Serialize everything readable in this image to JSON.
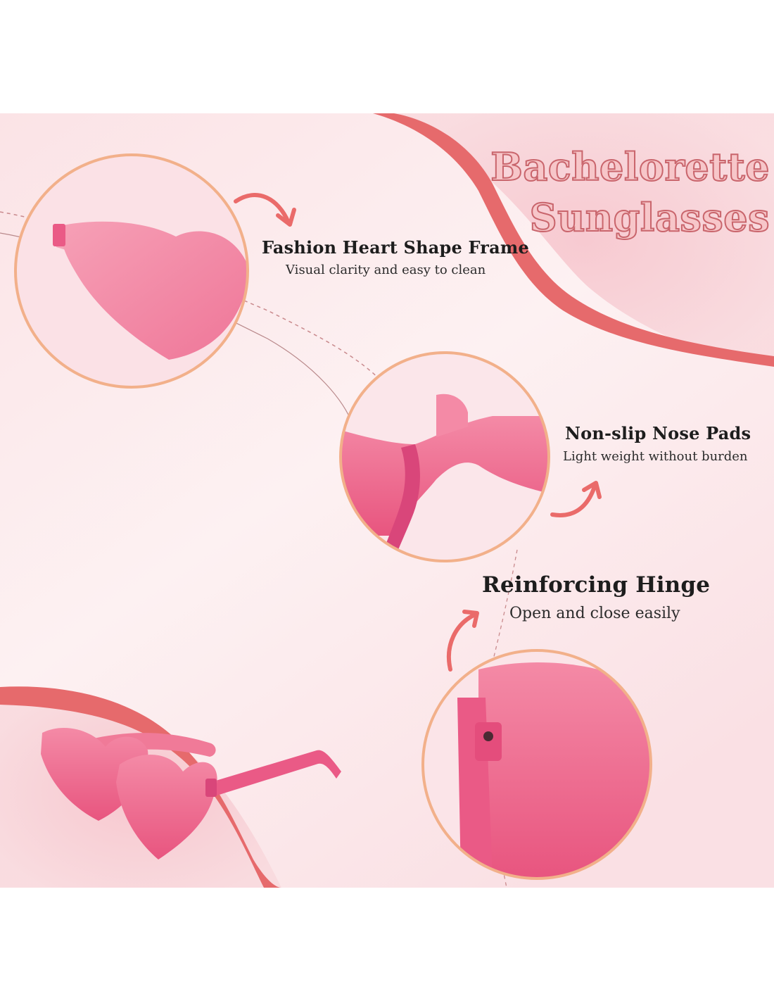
{
  "headline": {
    "line1": "Bachelorette",
    "line2": "Sunglasses"
  },
  "features": [
    {
      "title": "Fashion Heart Shape Frame",
      "subtitle": "Visual clarity and easy to clean"
    },
    {
      "title": "Non-slip Nose Pads",
      "subtitle": "Light weight without burden"
    },
    {
      "title": "Reinforcing Hinge",
      "subtitle": "Open and close easily"
    }
  ],
  "colors": {
    "background": "#fbe6e8",
    "ribbon": "#e66a6c",
    "lens": "#f07a98",
    "frame": "#ea5a86",
    "circle_border": "#f2b08a",
    "arrow": "#ea6b6a"
  }
}
